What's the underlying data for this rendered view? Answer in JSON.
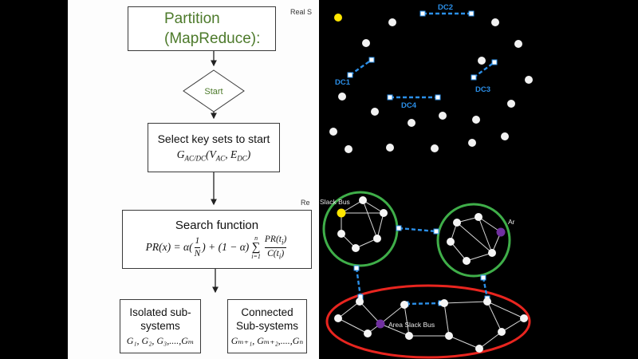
{
  "slide": {
    "flowchart": {
      "title_line1": "Partition",
      "title_line2": "(MapReduce):",
      "start_label": "Start",
      "select_step": {
        "label": "Select key sets to start",
        "formula": {
          "base": "G",
          "base_sub": "AC/DC",
          "seg1": "(V",
          "v_sub": "AC",
          "seg2": ", E",
          "e_sub": "DC",
          "seg3": ")"
        }
      },
      "search_step": {
        "label": "Search function",
        "formula": {
          "lead": "PR(x) = α(",
          "frac1_num": "1",
          "frac1_den": "N",
          "mid": ") + (1 − α)",
          "sigma_symbol": "∑",
          "sigma_upper": "n",
          "sigma_lower": "i=1",
          "frac2_num": "PR(t",
          "frac2_num_sub": "i",
          "frac2_num_close": ")",
          "frac2_den": "C(t",
          "frac2_den_sub": "i",
          "frac2_den_close": ")"
        }
      },
      "isolated_box": {
        "line1": "Isolated sub-",
        "line2": "systems",
        "formula": "G₁, G₂, G₃,....,Gₘ"
      },
      "connected_box": {
        "line1": "Connected",
        "line2": "Sub-systems",
        "formula": "Gₘ₊₁, Gₘ₊₂,....,Gₙ"
      }
    },
    "network": {
      "top_caption": "Real S",
      "dc_labels": [
        "DC1",
        "DC2",
        "DC3",
        "DC4"
      ],
      "slack_caption_prefix": "Re",
      "slack_bus_label": "Slack Bus",
      "area_label_partial": "Ar",
      "area_slack_bus_label": "Area Slack Bus"
    },
    "colors": {
      "title_green": "#4d7a2b",
      "dc_blue": "#2b8fe8",
      "region_green": "#3fae49",
      "area_red": "#e8251f",
      "slack_yellow": "#ffe600",
      "area_slack_purple": "#7030a0"
    }
  }
}
